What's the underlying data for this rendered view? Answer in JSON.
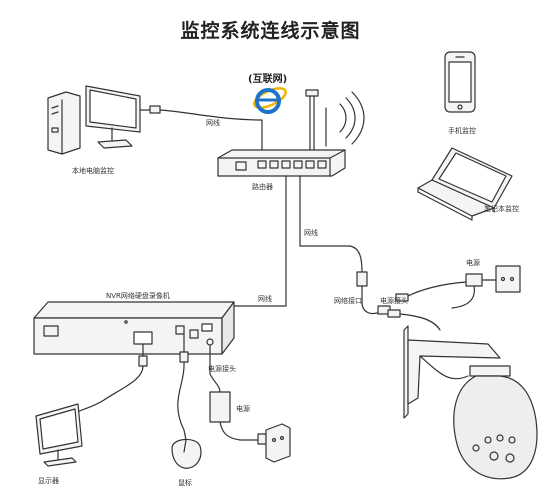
{
  "title": "监控系统连线示意图",
  "internet_label": "(互联网)",
  "labels": {
    "local_pc": "本地电脑监控",
    "mobile": "手机监控",
    "laptop": "笔记本监控",
    "router": "路由器",
    "cable_pc": "网线",
    "cable_router": "网线",
    "cable_nvr": "网线",
    "power_cam": "电源",
    "network_port": "网络接口",
    "power_connector_cam": "电源接头",
    "nvr": "NVR网络硬盘录像机",
    "power_connector_nvr": "电源接头",
    "power_nvr": "电源",
    "monitor": "显示器",
    "mouse": "鼠标"
  },
  "colors": {
    "line": "#333333",
    "device_fill": "#f4f4f4",
    "ie_blue": "#1e73c8",
    "ie_ring": "#f0b400"
  }
}
